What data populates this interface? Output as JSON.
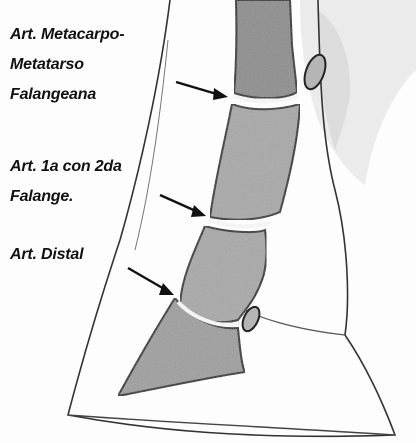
{
  "labels": {
    "metacarpo": [
      "Art. Metacarpo-",
      "Metatarso",
      "Falangeana"
    ],
    "primera_segunda": [
      "Art. 1a con 2da",
      "Falange."
    ],
    "distal": [
      "Art. Distal"
    ]
  }
}
